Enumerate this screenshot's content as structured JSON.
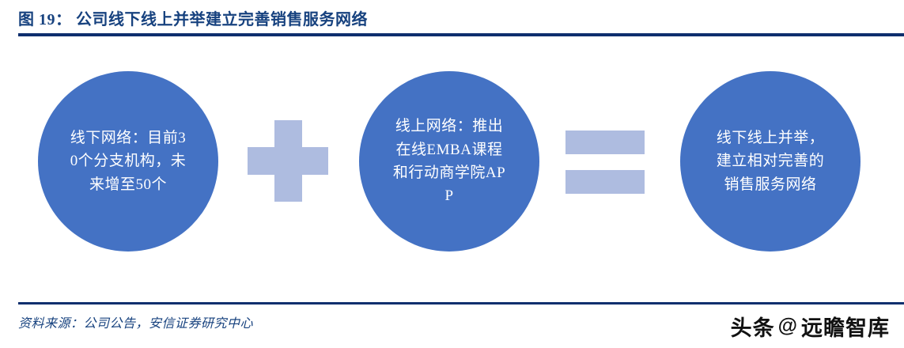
{
  "header": {
    "figure_label": "图 19：",
    "title": "公司线下线上并举建立完善销售服务网络",
    "full_title": "图 19： 公司线下线上并举建立完善销售服务网络",
    "rule_color": "#0E2F6E",
    "text_color": "#17427F"
  },
  "diagram": {
    "type": "concept-equation",
    "circle_color": "#4472C4",
    "operator_color": "#AEBCE0",
    "node_text_color": "#FFFFFF",
    "nodes": [
      {
        "id": "offline-network",
        "text": "线下网络：目前30个分支机构，未来增至50个"
      },
      {
        "id": "online-network",
        "text": "线上网络：推出在线EMBA课程和行动商学院APP"
      },
      {
        "id": "combined-network",
        "text": "线下线上并举，建立相对完善的销售服务网络"
      }
    ],
    "operators": [
      {
        "id": "plus",
        "symbol": "+"
      },
      {
        "id": "equals",
        "symbol": "="
      }
    ]
  },
  "footer": {
    "source": "资料来源：公司公告，安信证券研究中心",
    "rule_color": "#0E2F6E"
  },
  "watermark": {
    "brand": "头条",
    "at": "@",
    "account": "远瞻智库"
  }
}
